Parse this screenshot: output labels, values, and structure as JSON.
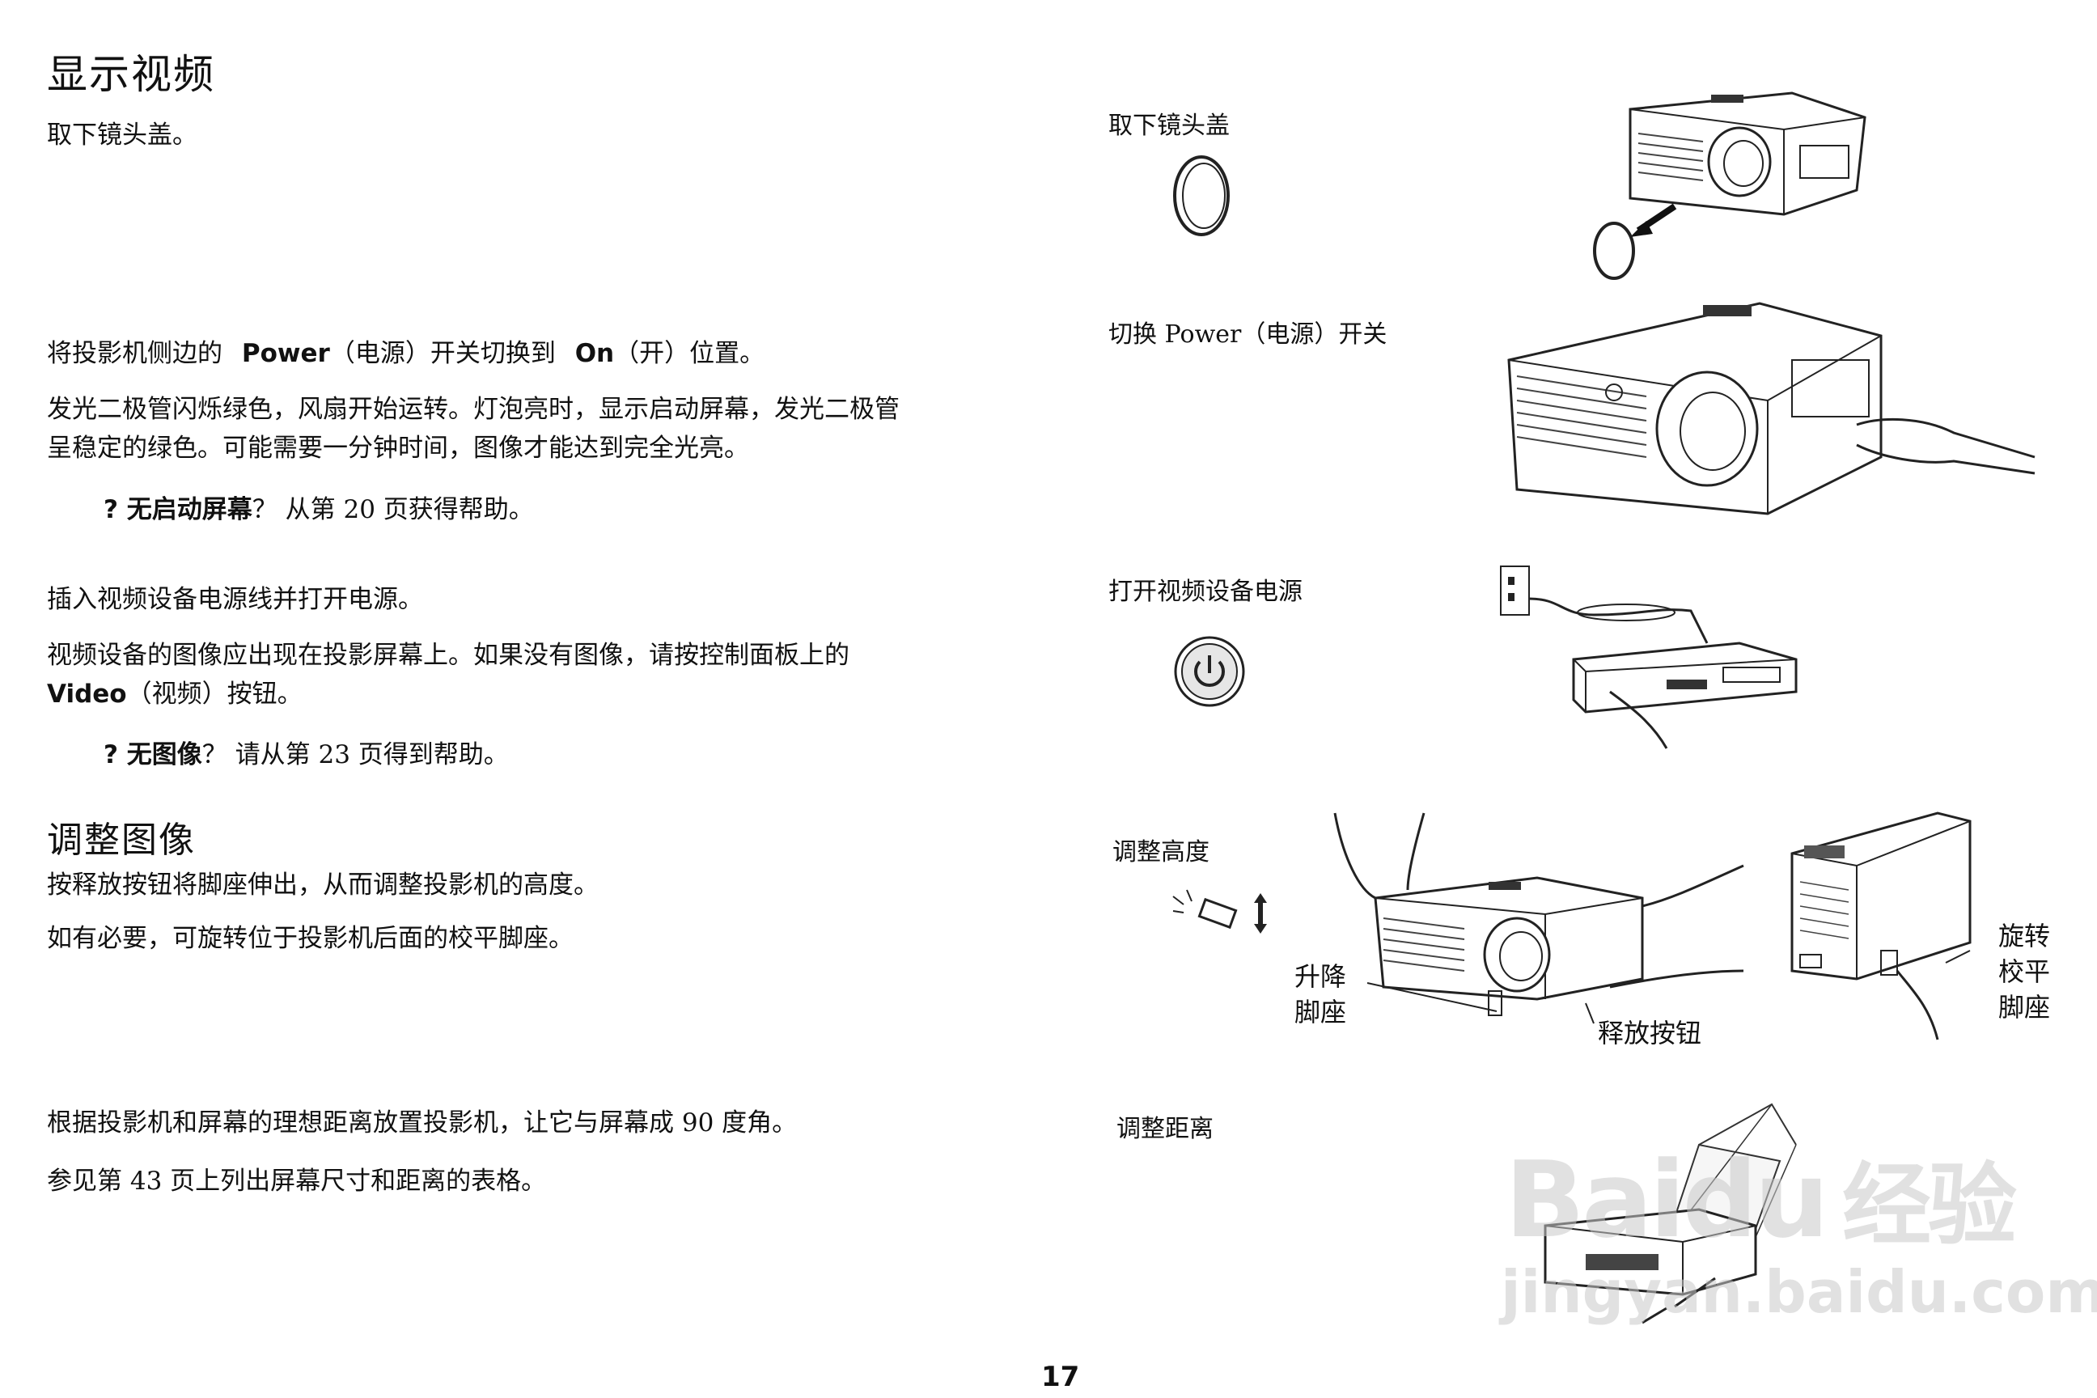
{
  "heading_display": "显示视频",
  "heading_adjust": "调整图像",
  "page_number": "17",
  "steps": {
    "lens": "取下镜头盖。",
    "power_pre": "将投影机侧边的",
    "power_bold": "Power",
    "power_mid": "（电源）开关切换到",
    "on_bold": "On",
    "power_post": "（开）位置。",
    "led_line1": "发光二极管闪烁绿色，风扇开始运转。灯泡亮时，显示启动屏幕，发光二极管",
    "led_line2": "呈稳定的绿色。可能需要一分钟时间，图像才能达到完全光亮。",
    "note1_bold": "? 无启动屏幕",
    "note1_rest": "？  从第 20 页获得帮助。",
    "video_power": "插入视频设备电源线并打开电源。",
    "video_line1": "视频设备的图像应出现在投影屏幕上。如果没有图像，请按控制面板上的",
    "video_bold": "Video",
    "video_line2_rest": "（视频）按钮。",
    "note2_bold": "? 无图像",
    "note2_rest": "？  请从第 23 页得到帮助。",
    "height": "按释放按钮将脚座伸出，从而调整投影机的高度。",
    "level": "如有必要，可旋转位于投影机后面的校平脚座。",
    "distance": "根据投影机和屏幕的理想距离放置投影机，让它与屏幕成 90 度角。",
    "table_ref": "参见第 43 页上列出屏幕尺寸和距离的表格。"
  },
  "captions": {
    "lens_cap": "取下镜头盖",
    "power_switch": "切换 Power（电源）开关",
    "video_power": "打开视频设备电源",
    "adjust_height": "调整高度",
    "adjust_distance": "调整距离"
  },
  "labels": {
    "elevator_foot_1": "升降",
    "elevator_foot_2": "脚座",
    "release_button": "释放按钮",
    "rotate_1": "旋转",
    "rotate_2": "校平",
    "rotate_3": "脚座"
  },
  "watermark": {
    "brand": "Baidu",
    "brand_cn": "经验",
    "url": "jingyan.baidu.com"
  },
  "icons": [
    "lens-cap-icon",
    "power-button-icon",
    "elevator-foot-icon"
  ],
  "colors": {
    "text": "#111111",
    "line": "#222222",
    "watermark": "#c8c8c8"
  }
}
